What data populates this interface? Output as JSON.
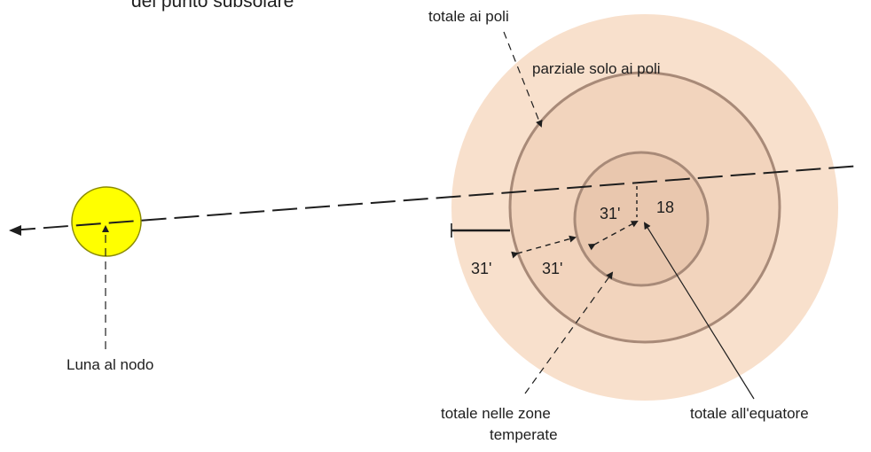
{
  "diagram": {
    "title_fragment": "del punto subsolare",
    "labels": {
      "totale_ai_poli": "totale ai poli",
      "parziale_solo_ai_poli": "parziale solo ai poli",
      "distance_outer": "31'",
      "distance_middle": "31'",
      "distance_inner": "31'",
      "center_value": "18",
      "luna_al_nodo": "Luna al nodo",
      "totale_zone_temperate_line1": "totale nelle zone",
      "totale_zone_temperate_line2": "temperate",
      "totale_equatore": "totale all'equatore"
    },
    "colors": {
      "outer_disk": "#f8e0cc",
      "middle_disk": "#f2d4bd",
      "inner_disk": "#e9c7ae",
      "ring_stroke": "#a88a78",
      "moon_fill": "#ffff00",
      "moon_stroke": "#8a8a00",
      "line": "#1e1e1e"
    }
  }
}
